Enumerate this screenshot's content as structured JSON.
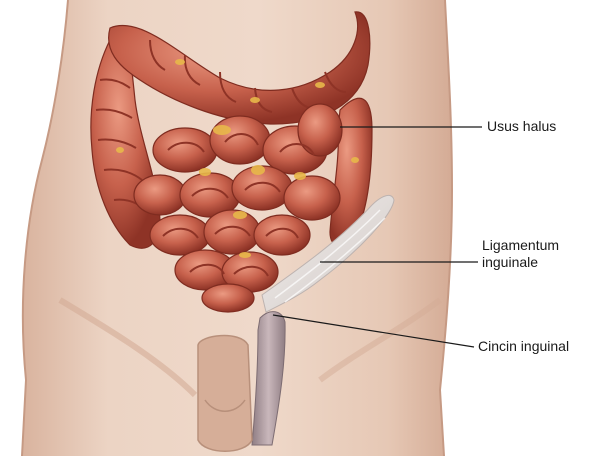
{
  "labels": {
    "usus_halus": "Usus halus",
    "ligamentum_line1": "Ligamentum",
    "ligamentum_line2": "inguinale",
    "cincin_inguinal": "Cincin inguinal"
  },
  "colors": {
    "background": "#ffffff",
    "skin": "#ead0bf",
    "skin_shadow": "#d8b29c",
    "intestine": "#c7614c",
    "intestine_dark": "#8e3326",
    "intestine_highlight": "#e8907a",
    "fat": "#e8b84a",
    "ligament": "#e6e2e0",
    "cord": "#b9a3a8",
    "leader_line": "#1a1a1a"
  }
}
